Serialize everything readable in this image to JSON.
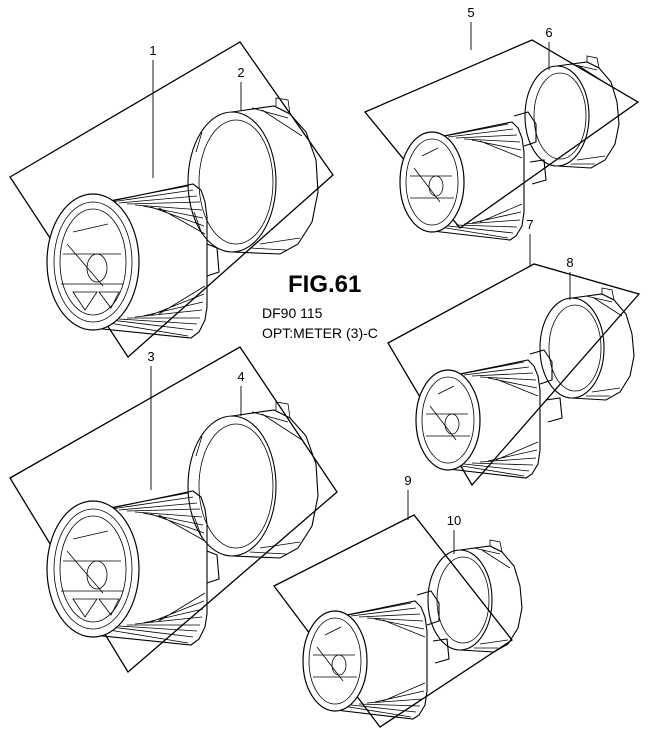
{
  "figure": {
    "title": "FIG.61",
    "model": "DF90 115",
    "option": "OPT:METER (3)-C"
  },
  "parts": [
    {
      "number": "1",
      "part": "meter-large",
      "box": "box-1"
    },
    {
      "number": "2",
      "part": "meter-ring-large",
      "box": "box-1"
    },
    {
      "number": "3",
      "part": "meter-large",
      "box": "box-3"
    },
    {
      "number": "4",
      "part": "meter-ring-large",
      "box": "box-3"
    },
    {
      "number": "5",
      "part": "meter-small",
      "box": "box-5"
    },
    {
      "number": "6",
      "part": "meter-ring-small",
      "box": "box-5"
    },
    {
      "number": "7",
      "part": "meter-small",
      "box": "box-7"
    },
    {
      "number": "8",
      "part": "meter-ring-small",
      "box": "box-7"
    },
    {
      "number": "9",
      "part": "meter-small",
      "box": "box-9"
    },
    {
      "number": "10",
      "part": "meter-ring-small",
      "box": "box-9"
    }
  ]
}
